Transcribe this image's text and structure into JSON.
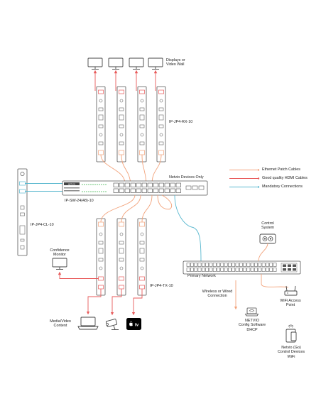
{
  "labels": {
    "displays_line1": "Displays or",
    "displays_line2": "Video Wall",
    "rx": "IP-JP4-RX-10",
    "netvio_only": "Netvio Devices Only",
    "switch": "IP-SW-24(48)-10",
    "cl": "IP-JP4-CL-10",
    "confidence_line1": "Confidence",
    "confidence_line2": "Monitor",
    "tx": "IP-JP4-TX-10",
    "media_line1": "Media/Video",
    "media_line2": "Content",
    "primary_network": "Primary Network",
    "wireless_line1": "Wireless or Wired",
    "wireless_line2": "Connection",
    "netvio_cfg_line1": "NETVIO",
    "netvio_cfg_line2": "Config Software",
    "netvio_cfg_line3": "DHCP",
    "control_line1": "Control",
    "control_line2": "System",
    "wifi_line1": "WiFi Access",
    "wifi_line2": "Point",
    "netvio_go_line1": "Netvio (Go)",
    "netvio_go_line2": "Control Devices",
    "netvio_go_line3": "WiFi",
    "switch_brand": "NETVIO",
    "appletv": "tv"
  },
  "legend": [
    {
      "label": "Ethernet Patch Cables",
      "color": "#f2a27a"
    },
    {
      "label": "Good quality HDMI Cables",
      "color": "#e85a5a"
    },
    {
      "label": "Mandatory Connections",
      "color": "#5ab8cf"
    }
  ],
  "colors": {
    "ethernet": "#f2a27a",
    "hdmi": "#e85a5a",
    "mandatory": "#5ab8cf",
    "device_outline": "#555555"
  },
  "icons": [
    "display-icon",
    "laptop-icon",
    "camera-icon",
    "apple-tv-icon",
    "wifi-router-icon",
    "phone-tablet-icon",
    "control-system-icon"
  ]
}
